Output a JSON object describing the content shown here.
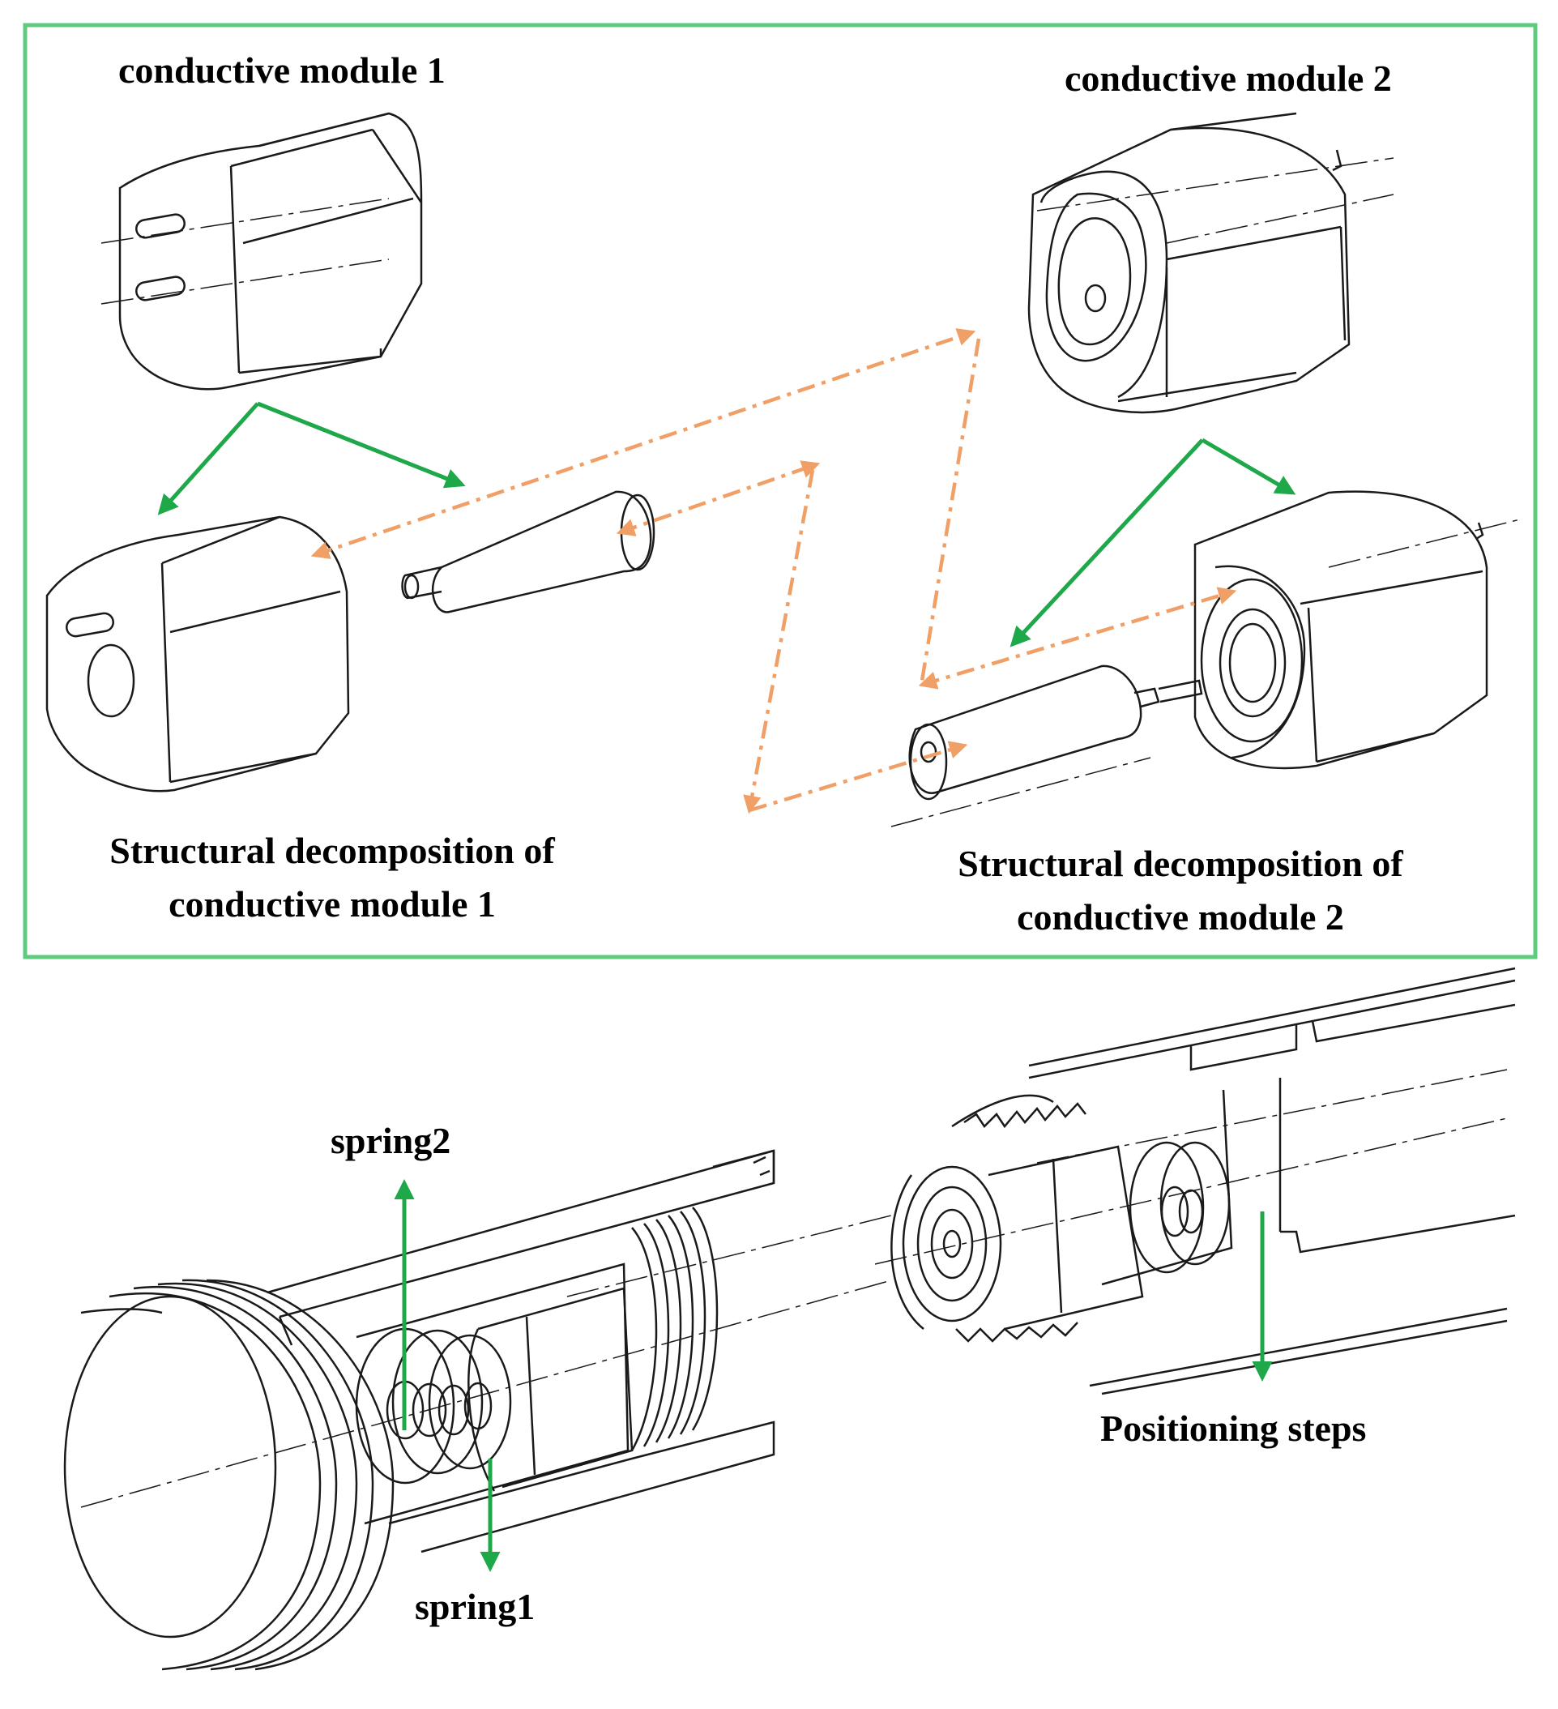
{
  "labels": {
    "module1": "conductive module 1",
    "module2": "conductive module 2",
    "decomp1_line1": "Structural decomposition of",
    "decomp1_line2": "conductive module 1",
    "decomp2_line1": "Structural decomposition of",
    "decomp2_line2": "conductive module 2",
    "spring2": "spring2",
    "spring1": "spring1",
    "positioning": "Positioning steps"
  },
  "colors": {
    "frame": "#5ecb7f",
    "green_arrow": "#1fa84a",
    "orange_arrow": "#f0a066",
    "line": "#1a1a1a"
  }
}
